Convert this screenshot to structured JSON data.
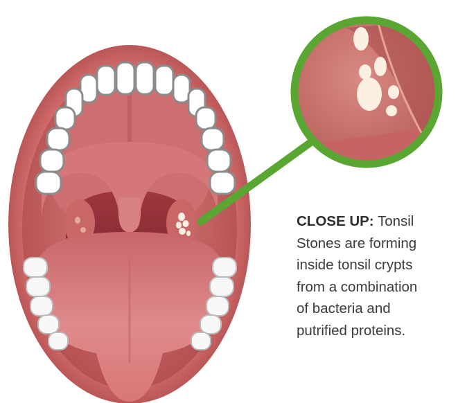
{
  "caption": {
    "lead": "CLOSE UP:",
    "lines": [
      "Tonsil",
      "Stones are forming",
      "inside tonsil crypts",
      "from a combination",
      "of bacteria and",
      "putrified proteins."
    ]
  },
  "colors": {
    "lips": "#c4595a",
    "mouth_interior": "#b84d51",
    "palate": "#cf7070",
    "tongue": "#d8787a",
    "teeth": "#ffffff",
    "teeth_outline": "#8a8a8a",
    "tonsil_stone": "#fbeee3",
    "callout": "#5aa632",
    "text": "#3a3a3a"
  }
}
